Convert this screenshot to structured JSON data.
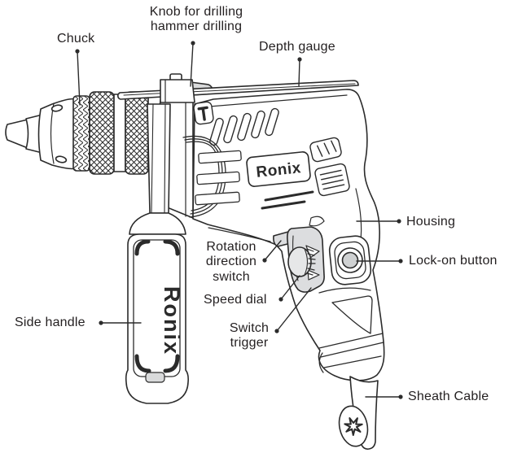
{
  "brand": {
    "logo_housing": "Ronix",
    "logo_handle": "Ronix"
  },
  "labels": {
    "chuck": "Chuck",
    "knob_line1": "Knob for drilling",
    "knob_line2": "hammer drilling",
    "depth_gauge": "Depth gauge",
    "housing": "Housing",
    "lock_on_button": "Lock-on button",
    "rotation_line1": "Rotation",
    "rotation_line2": "direction",
    "rotation_line3": "switch",
    "speed_dial": "Speed dial",
    "switch_trigger_line1": "Switch",
    "switch_trigger_line2": "trigger",
    "side_handle": "Side handle",
    "sheath_cable": "Sheath Cable"
  },
  "colors": {
    "line": "#2b2b2b",
    "text": "#231f20",
    "shade": "#d9dadb",
    "dial_fill": "#e6e7e8",
    "background": "#ffffff"
  }
}
